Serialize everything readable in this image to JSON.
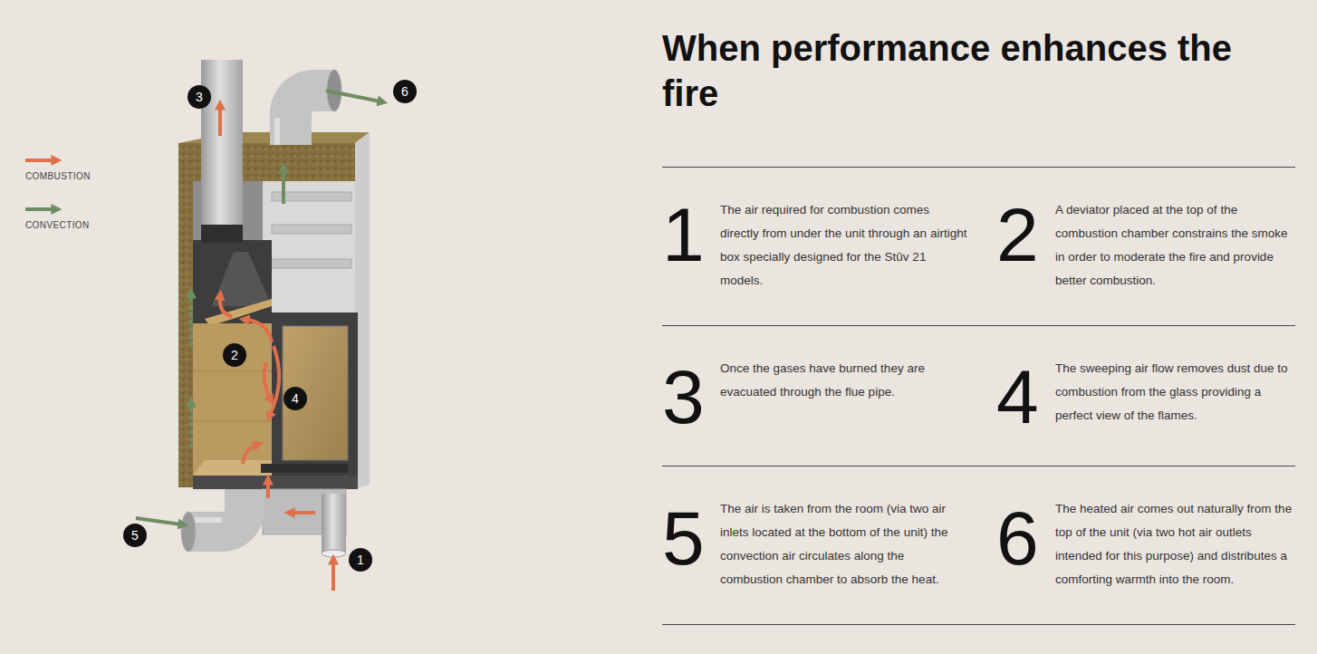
{
  "diagram": {
    "title": "When performance enhances the fire",
    "nodes": [
      {
        "text": [
          "3"
        ]
      },
      {
        "text": [
          "6"
        ]
      },
      {
        "text": [
          "2"
        ]
      },
      {
        "text": [
          "4"
        ]
      },
      {
        "text": [
          "5"
        ]
      },
      {
        "text": [
          "1"
        ]
      }
    ],
    "labels": [
      "1",
      "The air required for combustion comes directly from under the unit through an airtight box specially designed for the Stûv 21 models.",
      "2",
      "A deviator placed at the top of the combustion chamber constrains the smoke in order to moderate the fire and provide better combustion.",
      "3",
      "Once the gases have burned they are evacuated through the flue pipe.",
      "4",
      "The sweeping air flow removes dust due to combustion from the glass providing a perfect view of the flames.",
      "5",
      "The air is taken from the room (via two air inlets located at the bottom of the unit) the convection air circulates along the combustion chamber to absorb the heat.",
      "6",
      "The heated air comes out naturally from the top of the unit (via two hot air outlets intended for this purpose) and distributes a comforting warmth into the room."
    ],
    "legend": [
      {
        "text": "COMBUSTION"
      },
      {
        "text": "CONVECTION"
      }
    ]
  }
}
